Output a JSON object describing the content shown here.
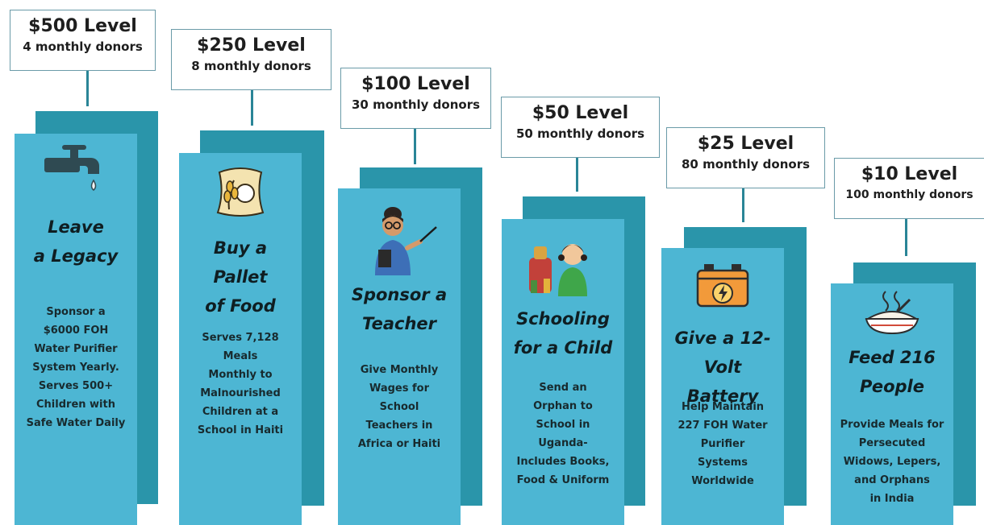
{
  "levels": [
    {
      "title": "$500 Level",
      "donors": "4 monthly donors",
      "icon": "water-faucet-icon",
      "heading_lines": [
        "Leave",
        "a Legacy"
      ],
      "description_lines": [
        "Sponsor a",
        "$6000 FOH",
        "Water Purifier",
        "System Yearly.",
        "Serves 500+",
        "Children with",
        "Safe Water Daily"
      ]
    },
    {
      "title": "$250 Level",
      "donors": "8 monthly donors",
      "icon": "grain-sack-icon",
      "heading_lines": [
        "Buy a Pallet",
        "of Food"
      ],
      "description_lines": [
        "Serves 7,128",
        "Meals",
        "Monthly to",
        "Malnourished",
        "Children at a",
        "School in Haiti"
      ]
    },
    {
      "title": "$100 Level",
      "donors": "30 monthly donors",
      "icon": "teacher-icon",
      "heading_lines": [
        "Sponsor a",
        "Teacher"
      ],
      "description_lines": [
        "Give Monthly",
        "Wages for",
        "School",
        "Teachers in",
        "Africa or Haiti"
      ]
    },
    {
      "title": "$50 Level",
      "donors": "50 monthly donors",
      "icon": "schoolchild-icon",
      "heading_lines": [
        "Schooling",
        "for a Child"
      ],
      "description_lines": [
        "Send an",
        "Orphan to",
        "School in",
        "Uganda-",
        "Includes Books,",
        "Food & Uniform"
      ]
    },
    {
      "title": "$25 Level",
      "donors": "80 monthly donors",
      "icon": "battery-icon",
      "heading_lines": [
        "Give a 12-",
        "Volt Battery"
      ],
      "description_lines": [
        "Help Maintain",
        "227 FOH Water",
        "Purifier",
        "Systems",
        "Worldwide"
      ]
    },
    {
      "title": "$10 Level",
      "donors": "100 monthly donors",
      "icon": "rice-bowl-icon",
      "heading_lines": [
        "Feed 216",
        "People"
      ],
      "description_lines": [
        "Provide Meals for",
        "Persecuted",
        "Widows, Lepers,",
        "and Orphans",
        "in India"
      ]
    }
  ],
  "colors": {
    "front_panel": "#4db6d3",
    "back_panel": "#2a95aa",
    "connector": "#2a8597",
    "text_dark": "#0f1e22"
  }
}
